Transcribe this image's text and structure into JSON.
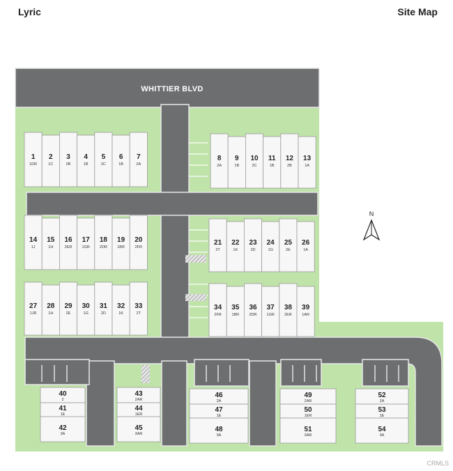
{
  "header": {
    "title": "Lyric",
    "subtitle": "Site Map"
  },
  "road_label": "WHITTIER BLVD",
  "north_label": "N",
  "watermark": "CRMLS",
  "colors": {
    "grass": "#bfe3a9",
    "road": "#6d6e70",
    "lot": "#f7f7f7",
    "outline": "#9c9c9c"
  },
  "lots": [
    {
      "num": "1",
      "plan": "1DR"
    },
    {
      "num": "2",
      "plan": "1C"
    },
    {
      "num": "3",
      "plan": "2B"
    },
    {
      "num": "4",
      "plan": "1B"
    },
    {
      "num": "5",
      "plan": "2C"
    },
    {
      "num": "6",
      "plan": "1B"
    },
    {
      "num": "7",
      "plan": "2A"
    },
    {
      "num": "8",
      "plan": "2A"
    },
    {
      "num": "9",
      "plan": "1B"
    },
    {
      "num": "10",
      "plan": "2C"
    },
    {
      "num": "11",
      "plan": "1B"
    },
    {
      "num": "12",
      "plan": "2B"
    },
    {
      "num": "13",
      "plan": "1A"
    },
    {
      "num": "14",
      "plan": "1J"
    },
    {
      "num": "15",
      "plan": "1H"
    },
    {
      "num": "16",
      "plan": "2ER"
    },
    {
      "num": "17",
      "plan": "1GR"
    },
    {
      "num": "18",
      "plan": "2DR"
    },
    {
      "num": "19",
      "plan": "1BR"
    },
    {
      "num": "20",
      "plan": "2FR"
    },
    {
      "num": "21",
      "plan": "2T"
    },
    {
      "num": "22",
      "plan": "1K"
    },
    {
      "num": "23",
      "plan": "2D"
    },
    {
      "num": "24",
      "plan": "1G"
    },
    {
      "num": "25",
      "plan": "2E"
    },
    {
      "num": "26",
      "plan": "1A"
    },
    {
      "num": "27",
      "plan": "1JR"
    },
    {
      "num": "28",
      "plan": "1H"
    },
    {
      "num": "29",
      "plan": "2E"
    },
    {
      "num": "30",
      "plan": "1G"
    },
    {
      "num": "31",
      "plan": "2D"
    },
    {
      "num": "32",
      "plan": "1K"
    },
    {
      "num": "33",
      "plan": "2T"
    },
    {
      "num": "34",
      "plan": "2FR"
    },
    {
      "num": "35",
      "plan": "1BR"
    },
    {
      "num": "36",
      "plan": "2DR"
    },
    {
      "num": "37",
      "plan": "1GR"
    },
    {
      "num": "38",
      "plan": "2ER"
    },
    {
      "num": "39",
      "plan": "1AR"
    },
    {
      "num": "40",
      "plan": "2"
    },
    {
      "num": "41",
      "plan": "1E"
    },
    {
      "num": "42",
      "plan": "3A"
    },
    {
      "num": "43",
      "plan": "2AR"
    },
    {
      "num": "44",
      "plan": "1ER"
    },
    {
      "num": "45",
      "plan": "3AR"
    },
    {
      "num": "46",
      "plan": "2A"
    },
    {
      "num": "47",
      "plan": "1E"
    },
    {
      "num": "48",
      "plan": "3A"
    },
    {
      "num": "49",
      "plan": "2AR"
    },
    {
      "num": "50",
      "plan": "1ER"
    },
    {
      "num": "51",
      "plan": "3AR"
    },
    {
      "num": "52",
      "plan": "2A"
    },
    {
      "num": "53",
      "plan": "1E"
    },
    {
      "num": "54",
      "plan": "3A"
    }
  ]
}
